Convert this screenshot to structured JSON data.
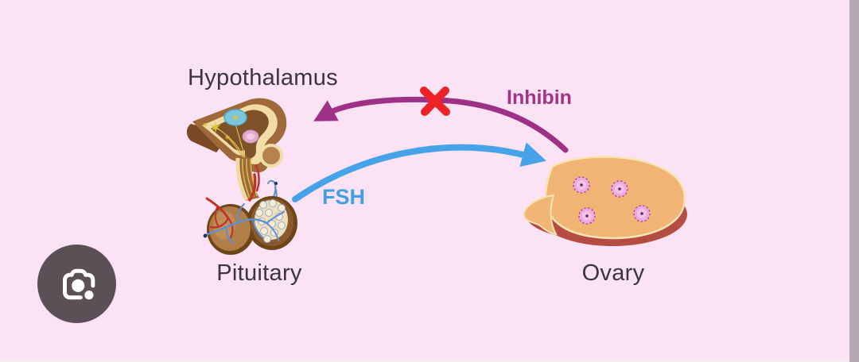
{
  "window": {
    "background_color": "#FBE2F4",
    "right_strip_color": "#B6A9B1",
    "bottom_strip_color": "#F3EEF1"
  },
  "diagram": {
    "text_color": "#3B3540",
    "nodes": [
      {
        "id": "hypothalamus",
        "label": "Hypothalamus"
      },
      {
        "id": "pituitary",
        "label": "Pituitary",
        "illustration": "pituitary-gland"
      },
      {
        "id": "ovary",
        "label": "Ovary",
        "illustration": "ovary-with-follicles"
      }
    ],
    "arrows": [
      {
        "id": "fsh",
        "label": "FSH",
        "from": "pituitary",
        "to": "ovary",
        "color": "#47A3E8",
        "blocked": false
      },
      {
        "id": "inhibin",
        "label": "Inhibin",
        "from": "ovary",
        "to": "hypothalamus",
        "color": "#9C3186",
        "blocked": true,
        "block_marker": "red-x",
        "block_color": "#EE2224"
      }
    ]
  },
  "lens_button": {
    "icon": "google-lens-icon",
    "background_color": "#5A5056",
    "glyph_color": "#FFFFFF"
  }
}
